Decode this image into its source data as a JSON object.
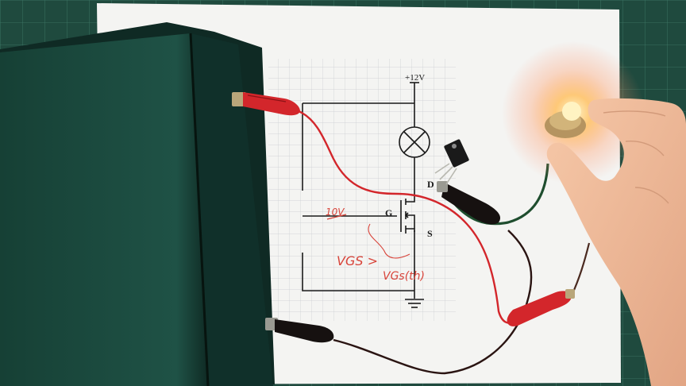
{
  "schematic": {
    "supply_label": "+12V",
    "drain_label": "D",
    "gate_label": "G",
    "source_label": "S"
  },
  "annotations": {
    "gate_voltage": "10V",
    "condition_line1": "VGS >",
    "condition_line2": "VGs(th)"
  },
  "colors": {
    "mat": "#1f4a3e",
    "paper": "#f4f4f2",
    "battery": "#1d4a40",
    "wire_red": "#d3262b",
    "wire_black": "#2a1412",
    "wire_green": "#1e4d2e",
    "bulb_glow": "#ffd27a",
    "ink_red": "#d8443a"
  },
  "icons": [
    "lamp-icon",
    "ground-icon",
    "mosfet-icon",
    "battery",
    "alligator-clip",
    "light-bulb",
    "transistor-to220",
    "hand"
  ]
}
